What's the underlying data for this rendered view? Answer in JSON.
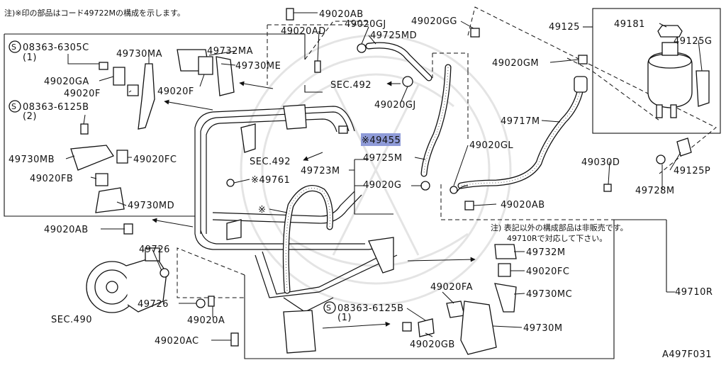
{
  "notes": {
    "top": "注)※印の部品はコード49722Mの構成を示します。",
    "box_line1": "注) 表記以外の構成部品は非販売です。",
    "box_line2": "49710Rで対応して下さい。"
  },
  "diagram_id": "A497F031",
  "highlight_label": "※49455",
  "labels": {
    "p49020AB_top": "49020AB",
    "p49020AD": "49020AD",
    "p49020GJ_top": "49020GJ",
    "p49020GG": "49020GG",
    "p49725MD": "49725MD",
    "p49125": "49125",
    "p49181": "49181",
    "p49125G": "49125G",
    "p08363_6305C": "08363-6305C",
    "p08363_6305C_qty": "(1)",
    "p49730MA": "49730MA",
    "p49732MA": "49732MA",
    "p49730ME": "49730ME",
    "p49020GA": "49020GA",
    "p49020F_a": "49020F",
    "p49020F_b": "49020F",
    "p08363_6125B_left": "08363-6125B",
    "p08363_6125B_left_qty": "(2)",
    "sec492_a": "SEC.492",
    "p49020GJ_mid": "49020GJ",
    "p49020GM": "49020GM",
    "p49717M": "49717M",
    "p49730MB": "49730MB",
    "p49020FC_left": "49020FC",
    "sec492_b": "SEC.492",
    "p49725M": "49725M",
    "p49020GL": "49020GL",
    "p49030D": "49030D",
    "p49125P": "49125P",
    "p49723M": "49723M",
    "p49020FB": "49020FB",
    "p49761": "※49761",
    "p49020G": "49020G",
    "p49728M": "49728M",
    "p49730MD": "49730MD",
    "p49020AB_mid": "49020AB",
    "star": "※",
    "p49020AB_left": "49020AB",
    "p49726_top": "49726",
    "p49732M": "49732M",
    "p49020FC_right": "49020FC",
    "p49730MC": "49730MC",
    "p49710R": "49710R",
    "sec490": "SEC.490",
    "p49726_bot": "49726",
    "p49020FA": "49020FA",
    "p08363_6125B_bot": "08363-6125B",
    "p08363_6125B_bot_qty": "(1)",
    "p49020A": "49020A",
    "p49730M": "49730M",
    "p49020AC": "49020AC",
    "p49020GB": "49020GB",
    "s_symbol": "S"
  }
}
